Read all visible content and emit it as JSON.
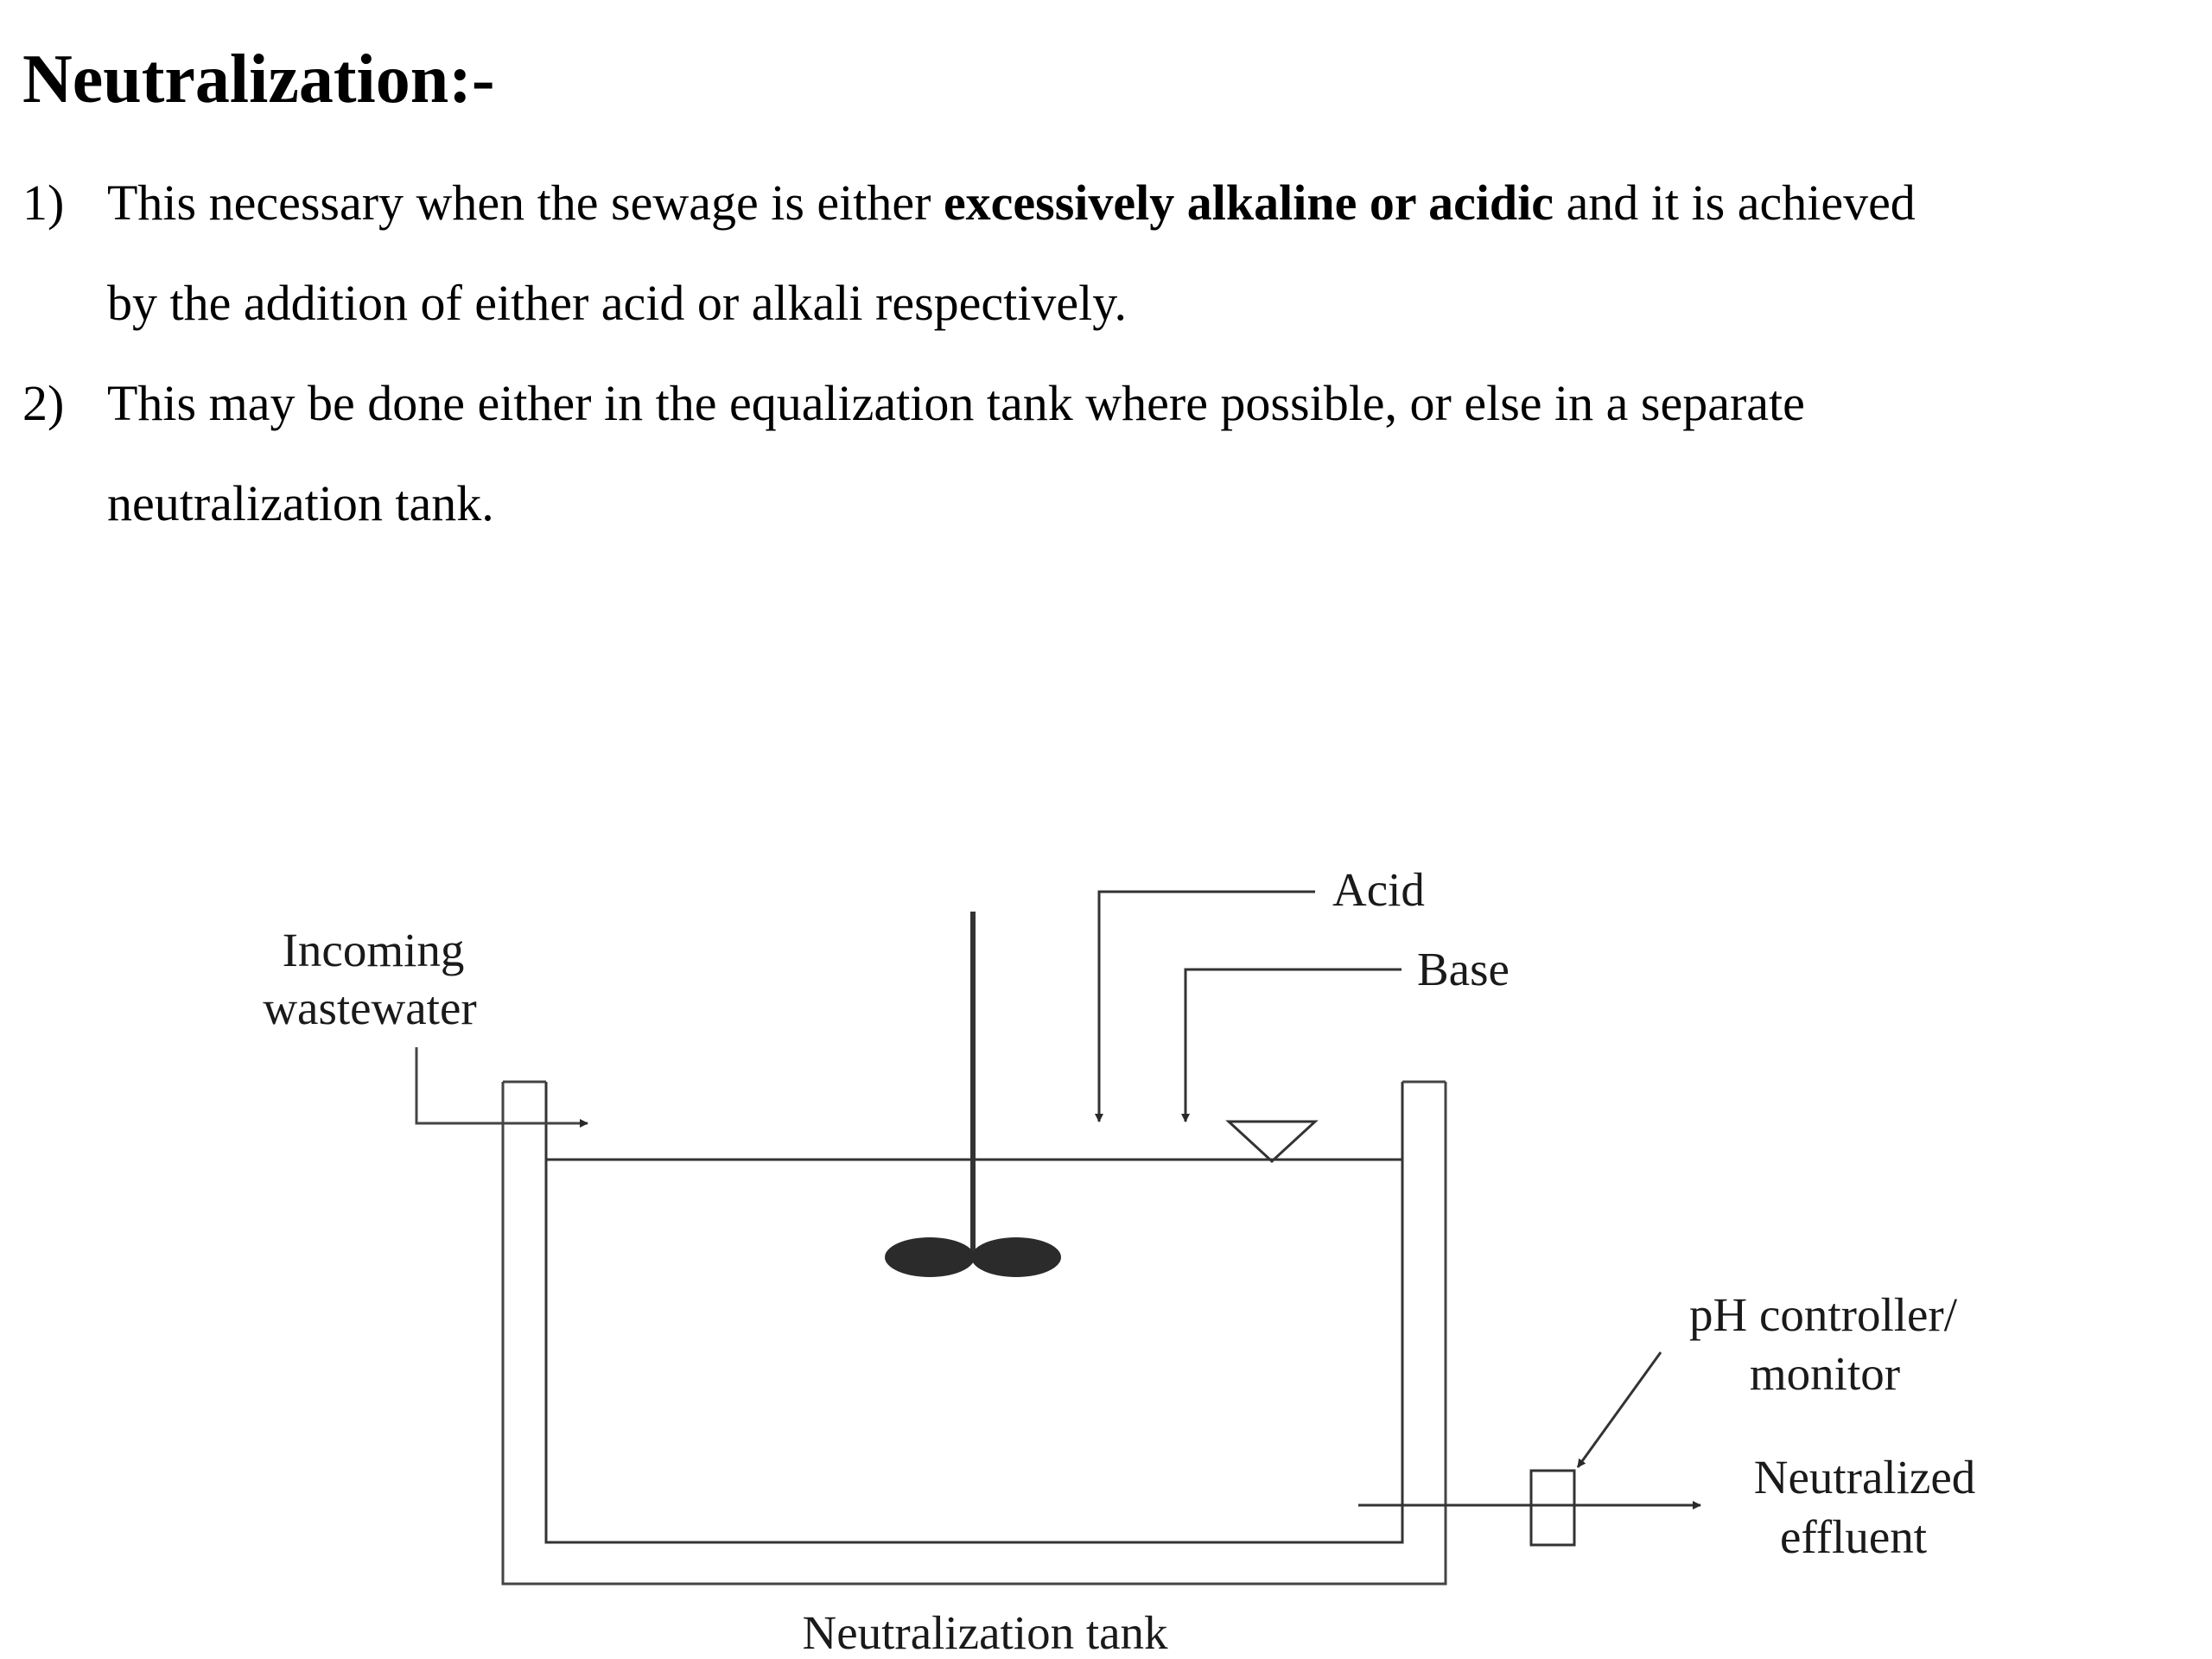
{
  "title": "Neutralization:-",
  "points": [
    {
      "number": "1)",
      "line1_before": "This necessary when the sewage is either ",
      "line1_bold": "excessively alkaline or acidic",
      "line1_after": " and it is achieved",
      "line2": "by the addition of either acid or alkali respectively."
    },
    {
      "number": "2)",
      "line1": "This may be done either in the equalization tank where possible, or else in a separate",
      "line2": "neutralization tank."
    }
  ],
  "diagram": {
    "incoming_line1": "Incoming",
    "incoming_line2": "wastewater",
    "acid": "Acid",
    "base": "Base",
    "ph_line1": "pH controller/",
    "ph_line2": "monitor",
    "effluent_line1": "Neutralized",
    "effluent_line2": "effluent",
    "tank_caption": "Neutralization tank"
  }
}
